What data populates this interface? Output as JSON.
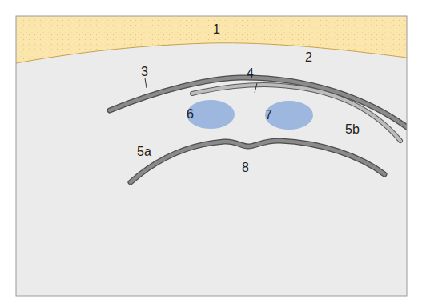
{
  "diagram": {
    "nodes": [
      {
        "text": [
          "6"
        ]
      },
      {
        "text": [
          "7"
        ]
      }
    ],
    "labels": [
      "1",
      "2",
      "3",
      "4",
      "5a",
      "5b",
      "8"
    ]
  }
}
